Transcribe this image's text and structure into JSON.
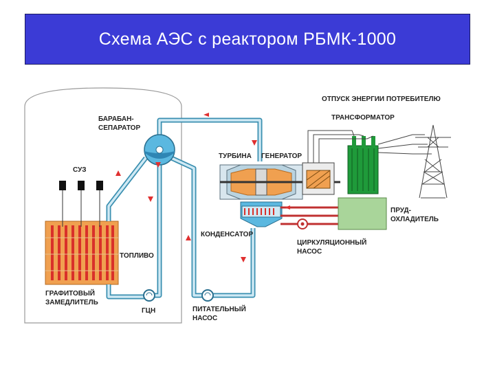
{
  "title": "Схема АЭС с реактором РБМК-1000",
  "labels": {
    "separator_1": "БАРАБАН-",
    "separator_2": "СЕПАРАТОР",
    "suz": "СУЗ",
    "turbine": "ТУРБИНА",
    "generator": "ГЕНЕРАТОР",
    "energy": "ОТПУСК ЭНЕРГИИ ПОТРЕБИТЕЛЮ",
    "transformer": "ТРАНСФОРМАТОР",
    "condenser": "КОНДЕНСАТОР",
    "pond_1": "ПРУД-",
    "pond_2": "ОХЛАДИТЕЛЬ",
    "circ_pump_1": "ЦИРКУЛЯЦИОННЫЙ",
    "circ_pump_2": "НАСОС",
    "fuel": "ТОПЛИВО",
    "graphite_1": "ГРАФИТОВЫЙ",
    "graphite_2": "ЗАМЕДЛИТЕЛЬ",
    "mcp": "ГЦН",
    "feed_pump_1": "ПИТАТЕЛЬНЫЙ",
    "feed_pump_2": "НАСОС"
  },
  "colors": {
    "title_bg": "#3b3bd6",
    "pipe_fill": "#cfe9f4",
    "pipe_stroke": "#3a8fb0",
    "fuel_rod": "#d9302a",
    "graphite": "#f0a050",
    "green": "#1f9a3a",
    "pond": "#a9d59a",
    "arrow": "#e03030"
  }
}
